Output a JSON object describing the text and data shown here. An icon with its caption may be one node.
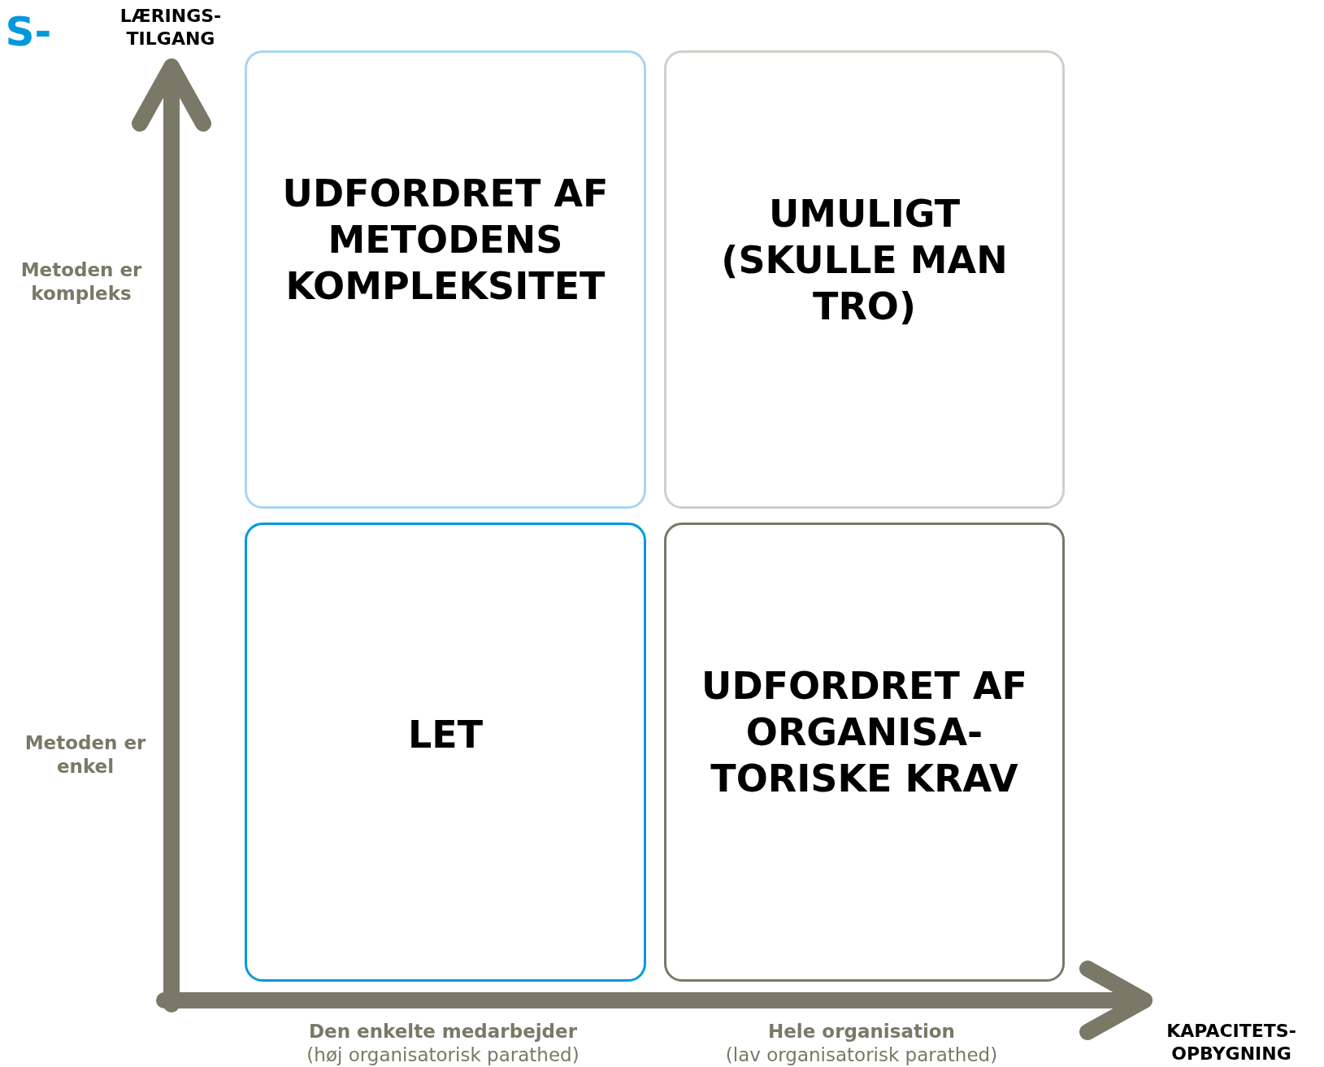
{
  "diagram": {
    "nodes": [
      {
        "text": [
          "UDFORDRET AF METODENS KOMPLEKSITET"
        ]
      },
      {
        "text": [
          "UMULIGT (SKULLE MAN TRO)"
        ]
      },
      {
        "text": [
          "LET"
        ]
      },
      {
        "text": [
          "UDFORDRET AF ORGANISA- TORISKE KRAV"
        ]
      }
    ],
    "labels": [
      "S-",
      "LÆRINGS- TILGANG",
      "Metoden er kompleks",
      "Metoden er enkel",
      "Den enkelte medarbejder",
      "(høj organisatorisk parathed)",
      "Hele organisation",
      "(lav organisatorisk parathed)",
      "KAPACITETS- OPBYGNING"
    ]
  }
}
